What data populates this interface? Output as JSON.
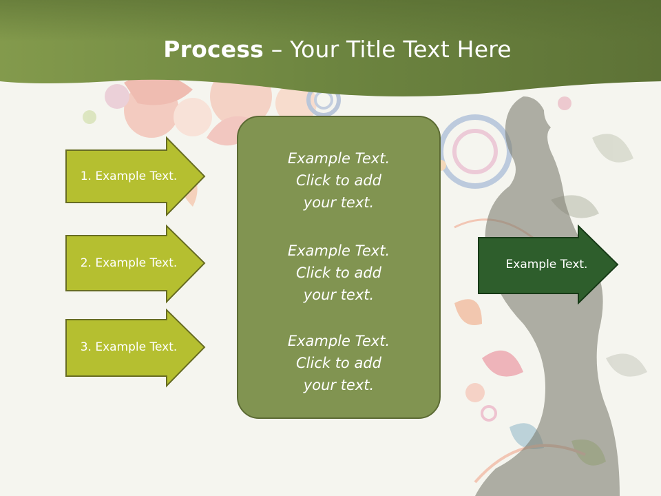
{
  "slide": {
    "title_bold": "Process",
    "title_rest": " – Your Title Text Here"
  },
  "left_arrows": [
    {
      "label": "1. Example Text."
    },
    {
      "label": "2. Example Text."
    },
    {
      "label": "3. Example Text."
    }
  ],
  "center_box": {
    "paragraphs": [
      {
        "line1": "Example Text.",
        "line2": "Click  to add",
        "line3": "your text."
      },
      {
        "line1": "Example Text.",
        "line2": "Click  to add",
        "line3": "your text."
      },
      {
        "line1": "Example Text.",
        "line2": "Click  to add",
        "line3": "your text."
      }
    ]
  },
  "right_arrow": {
    "label": "Example Text."
  },
  "colors": {
    "header_green": "#6e8640",
    "left_arrow_fill": "#b5bf30",
    "center_fill": "#819451",
    "right_arrow_fill": "#2e5e2c"
  }
}
